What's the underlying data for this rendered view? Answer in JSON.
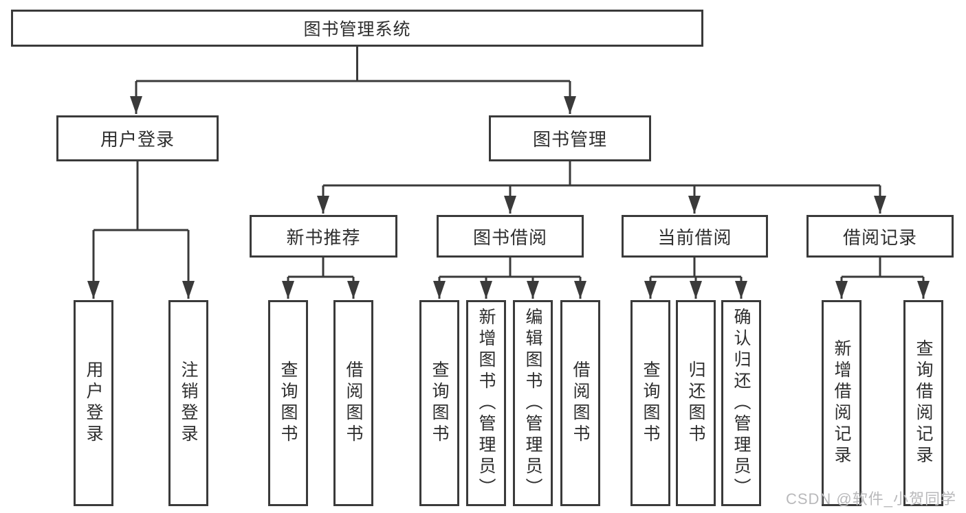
{
  "tree": {
    "root": {
      "label": "图书管理系统"
    },
    "branches": [
      {
        "label": "用户登录",
        "leaves": [
          "用户登录",
          "注销登录"
        ]
      },
      {
        "label": "图书管理",
        "groups": [
          {
            "label": "新书推荐",
            "leaves": [
              "查询图书",
              "借阅图书"
            ]
          },
          {
            "label": "图书借阅",
            "leaves": [
              "查询图书",
              "新增图书（管理员）",
              "编辑图书（管理员）",
              "借阅图书"
            ]
          },
          {
            "label": "当前借阅",
            "leaves": [
              "查询图书",
              "归还图书",
              "确认归还（管理员）"
            ]
          },
          {
            "label": "借阅记录",
            "leaves": [
              "新增借阅记录",
              "查询借阅记录"
            ]
          }
        ]
      }
    ]
  },
  "watermark": "CSDN @软件_小贺同学",
  "colors": {
    "line": "#3a3a3a",
    "text": "#2e2e2e",
    "watermark": "#b9b9bb",
    "bg": "#ffffff"
  }
}
